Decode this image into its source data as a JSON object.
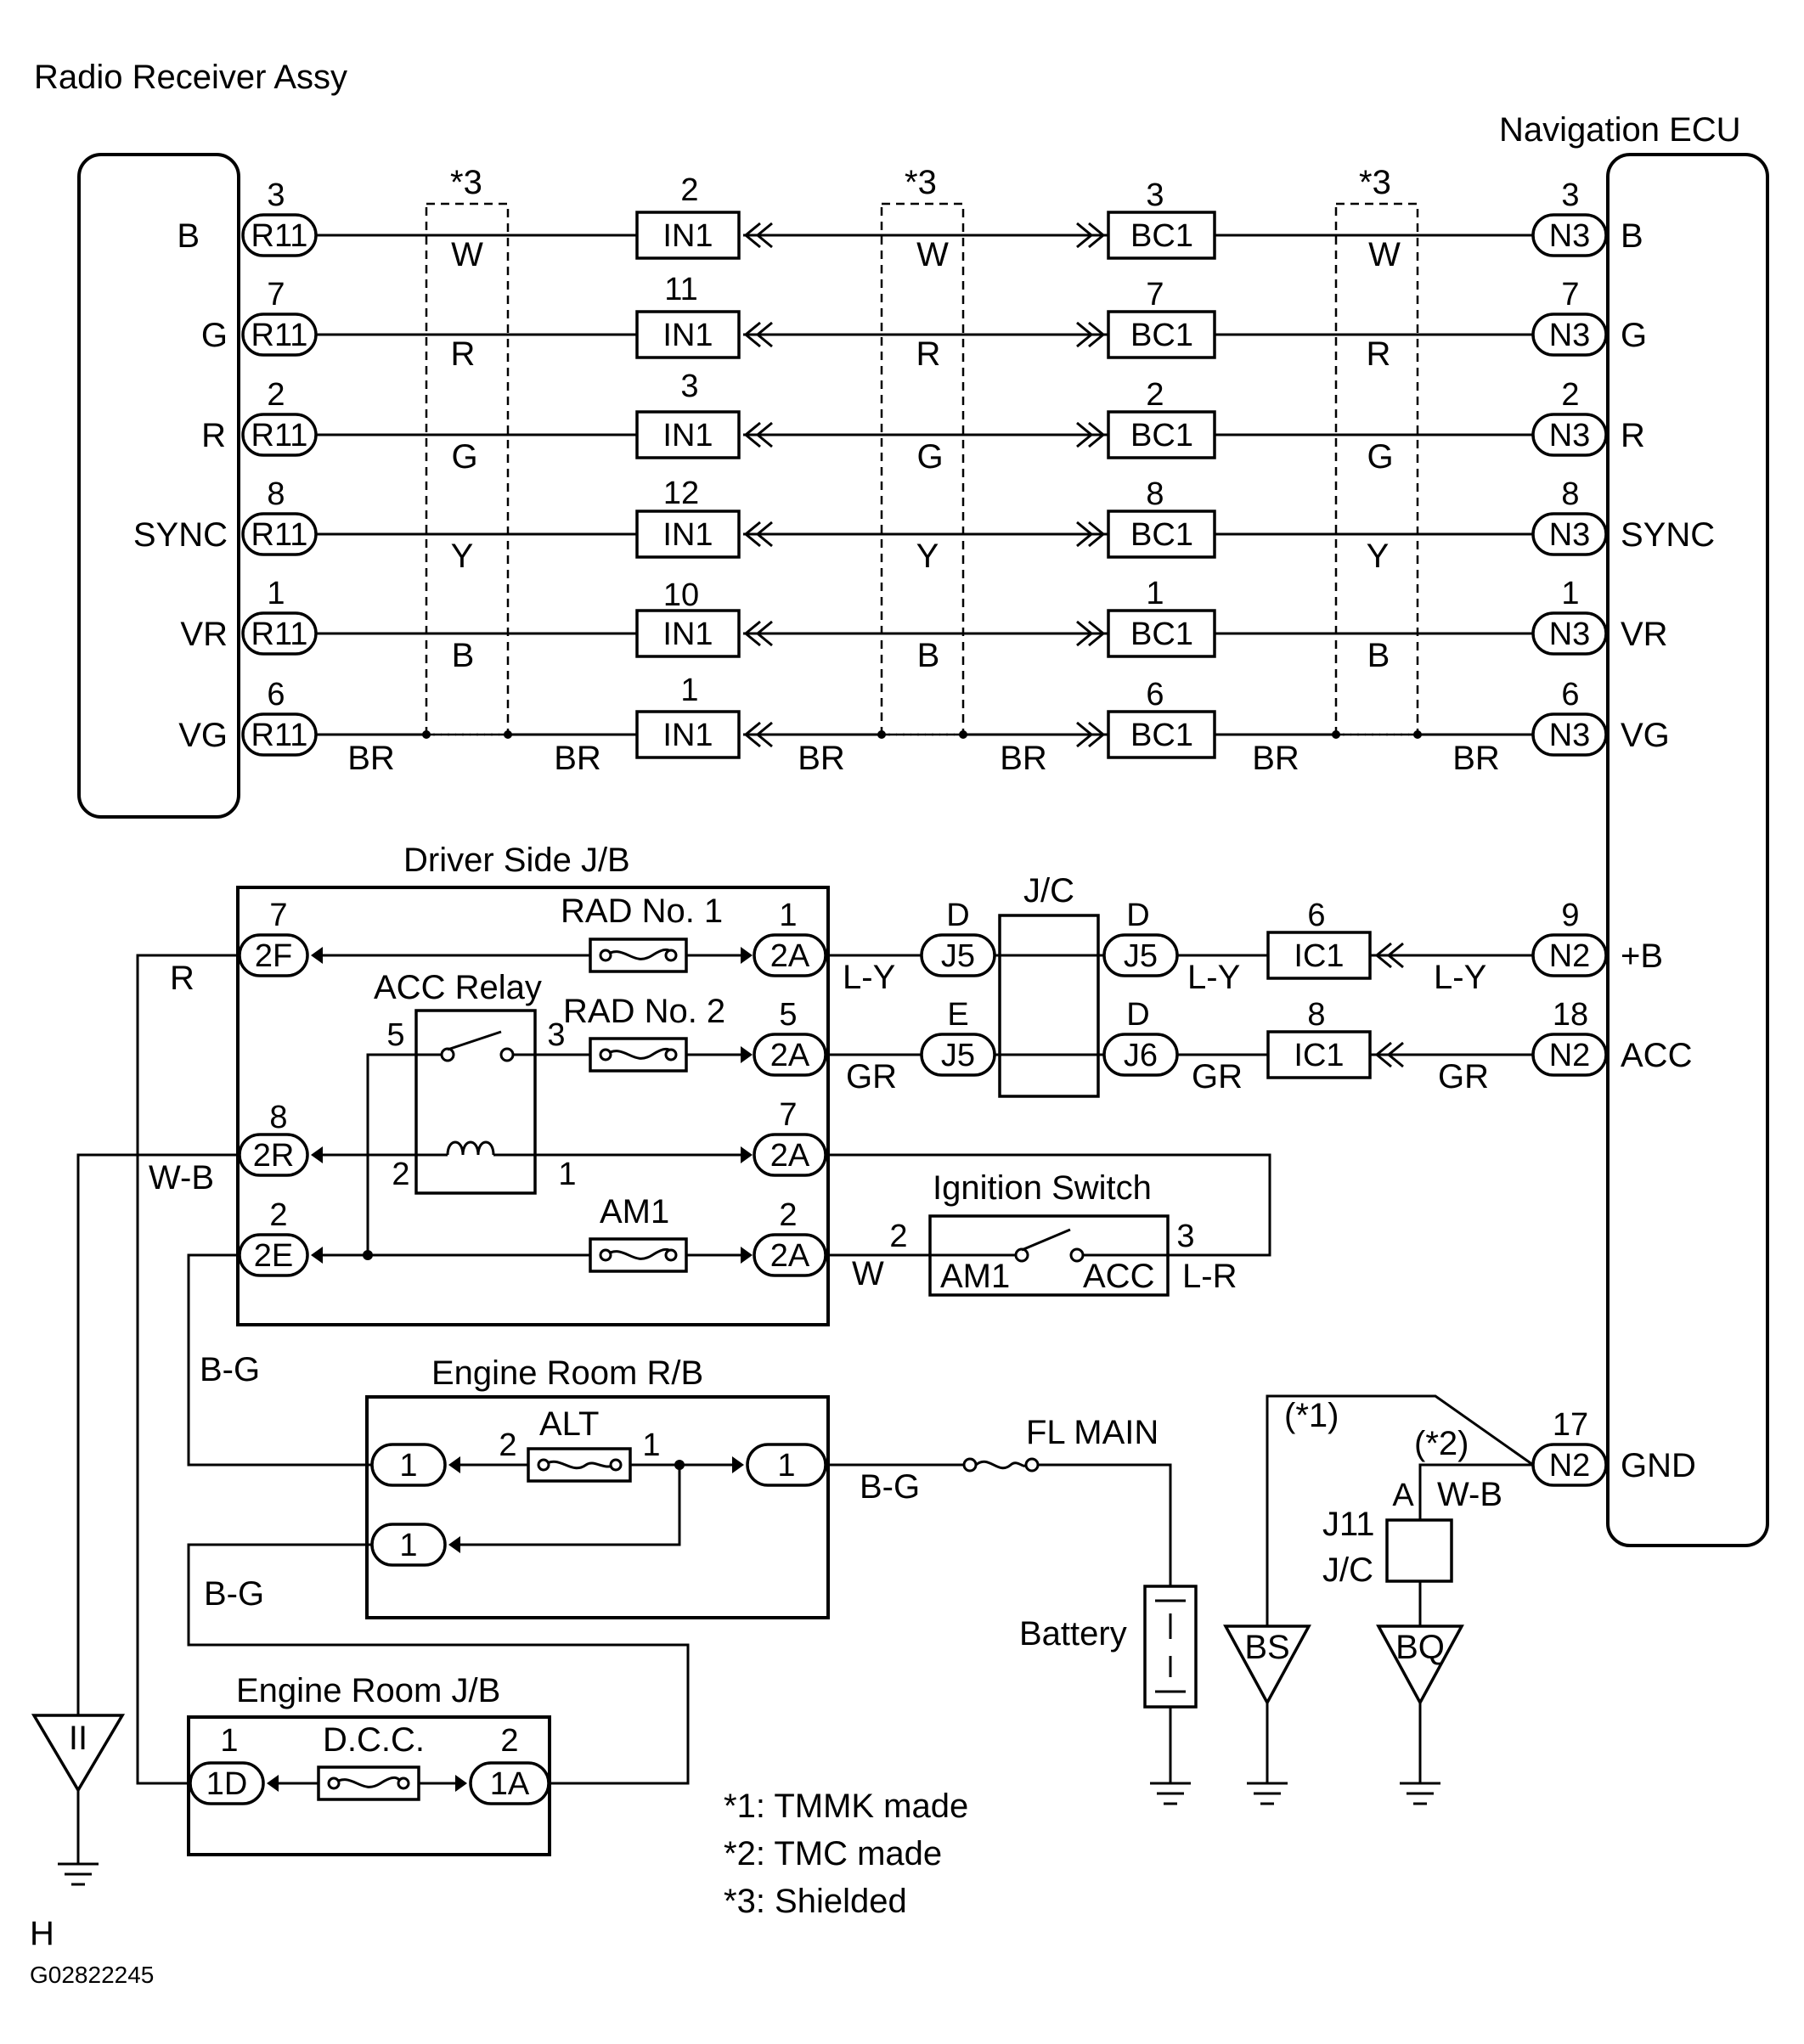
{
  "components": {
    "radio_receiver": "Radio Receiver Assy",
    "navigation_ecu": "Navigation ECU",
    "driver_side_jb": "Driver Side J/B",
    "jc_top": "J/C",
    "acc_relay": "ACC Relay",
    "rad_no1": "RAD No. 1",
    "rad_no2": "RAD No. 2",
    "am1": "AM1",
    "ignition_switch": "Ignition Switch",
    "engine_room_rb": "Engine Room R/B",
    "alt": "ALT",
    "fl_main": "FL MAIN",
    "battery": "Battery",
    "engine_room_jb": "Engine Room J/B",
    "dcc": "D.C.C.",
    "j11": "J11",
    "j11_jc": "J/C"
  },
  "signal_rows": [
    {
      "left_term": "B",
      "left_pin": "3",
      "in1_pin": "2",
      "bc1_pin": "3",
      "n3_pin": "3",
      "right_term": "B",
      "wire": "W"
    },
    {
      "left_term": "G",
      "left_pin": "7",
      "in1_pin": "11",
      "bc1_pin": "7",
      "n3_pin": "7",
      "right_term": "G",
      "wire": "R"
    },
    {
      "left_term": "R",
      "left_pin": "2",
      "in1_pin": "3",
      "bc1_pin": "2",
      "n3_pin": "2",
      "right_term": "R",
      "wire": "G"
    },
    {
      "left_term": "SYNC",
      "left_pin": "8",
      "in1_pin": "12",
      "bc1_pin": "8",
      "n3_pin": "8",
      "right_term": "SYNC",
      "wire": "Y"
    },
    {
      "left_term": "VR",
      "left_pin": "1",
      "in1_pin": "10",
      "bc1_pin": "1",
      "n3_pin": "1",
      "right_term": "VR",
      "wire": "B"
    },
    {
      "left_term": "VG",
      "left_pin": "6",
      "in1_pin": "1",
      "bc1_pin": "6",
      "n3_pin": "6",
      "right_term": "VG",
      "wire": "BR"
    }
  ],
  "connectors": {
    "r11": "R11",
    "in1": "IN1",
    "bc1": "BC1",
    "n3": "N3",
    "n2": "N2",
    "ic1": "IC1",
    "j5": "J5",
    "j6": "J6",
    "c2f": "2F",
    "c2a": "2A",
    "c2r": "2R",
    "c2e": "2E",
    "c1": "1",
    "c1d": "1D",
    "c1a": "1A",
    "bs": "BS",
    "bq": "BQ",
    "ii": "II"
  },
  "shield_label": "*3",
  "pins": {
    "p2f": "7",
    "rad1_pin": "1",
    "jc_d": "D",
    "jc_e": "E",
    "ic1_a": "6",
    "ic1_b": "8",
    "n2_b": "9",
    "n2_acc": "18",
    "n2_gnd": "17",
    "rad2_pin": "5",
    "relay_5": "5",
    "relay_3": "3",
    "relay_2": "2",
    "relay_1": "1",
    "p2r": "8",
    "p2a_7": "7",
    "p2e": "2",
    "p2a_2": "2",
    "ign_2": "2",
    "ign_3": "3",
    "alt_2": "2",
    "alt_1": "1",
    "dcc_1": "1",
    "dcc_2": "2",
    "j11_a": "A"
  },
  "ecu_terms": {
    "plus_b": "+B",
    "acc": "ACC",
    "gnd": "GND"
  },
  "ign_terms": {
    "am1": "AM1",
    "acc": "ACC"
  },
  "wire_colors": {
    "r": "R",
    "ly": "L-Y",
    "gr": "GR",
    "wb": "W-B",
    "w": "W",
    "lr": "L-R",
    "bg": "B-G"
  },
  "ground_notes": {
    "n1": "(*1)",
    "n2": "(*2)"
  },
  "notes": [
    "*1: TMMK made",
    "*2: TMC made",
    "*3: Shielded"
  ],
  "footer": {
    "letter": "H",
    "code": "G02822245"
  }
}
